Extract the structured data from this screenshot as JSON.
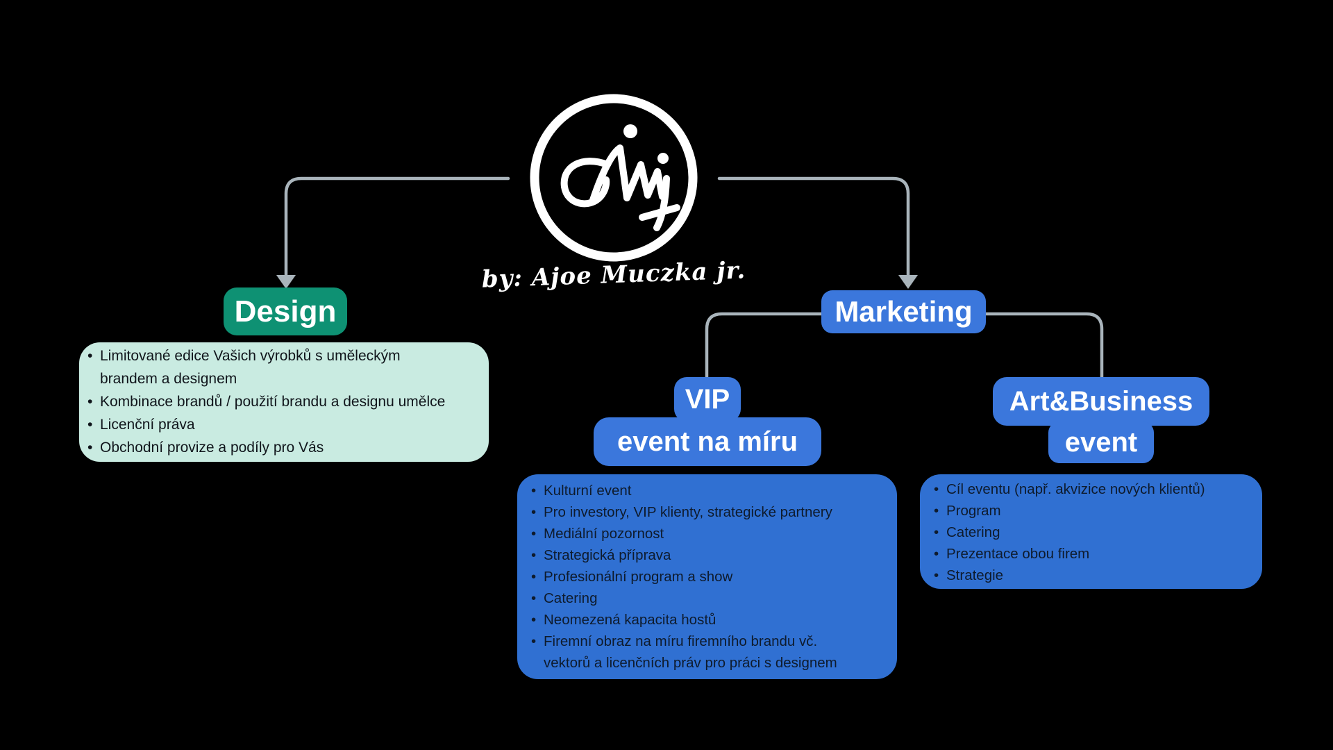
{
  "canvas": {
    "background": "#000000"
  },
  "colors": {
    "connector_gray": "#a9b4bb",
    "design_node_green": "#0e9173",
    "design_box_mint": "#c9ebe1",
    "design_box_text": "#10151b",
    "blue_node": "#3b77dc",
    "blue_box": "#3070d2",
    "blue_box_text": "#0e1b2d",
    "node_text": "#ffffff",
    "logo_white": "#ffffff"
  },
  "logo": {
    "icon": "ajmj-signature-monogram",
    "byline": "by: Ajoe Muczka jr."
  },
  "nodes": {
    "design": {
      "label": "Design",
      "items": [
        "Limitované edice Vašich výrobků s uměleckým\nbrandem a designem",
        "Kombinace brandů / použití brandu a designu umělce",
        "Licenční práva",
        "Obchodní provize a podíly pro Vás"
      ]
    },
    "marketing": {
      "label": "Marketing"
    },
    "vip_event": {
      "label_lines": [
        "VIP",
        "event na míru"
      ],
      "items": [
        "Kulturní event",
        "Pro investory, VIP klienty, strategické partnery",
        "Mediální pozornost",
        "Strategická příprava",
        "Profesionální program a show",
        "Catering",
        "Neomezená kapacita hostů",
        "Firemní obraz na míru firemního brandu vč.\nvektorů a licenčních práv pro práci s designem"
      ]
    },
    "art_business_event": {
      "label_lines": [
        "Art&Business",
        "event"
      ],
      "items": [
        "Cíl eventu (např. akvizice nových klientů)",
        "Program",
        "Catering",
        "Prezentace obou firem",
        "Strategie"
      ]
    }
  }
}
